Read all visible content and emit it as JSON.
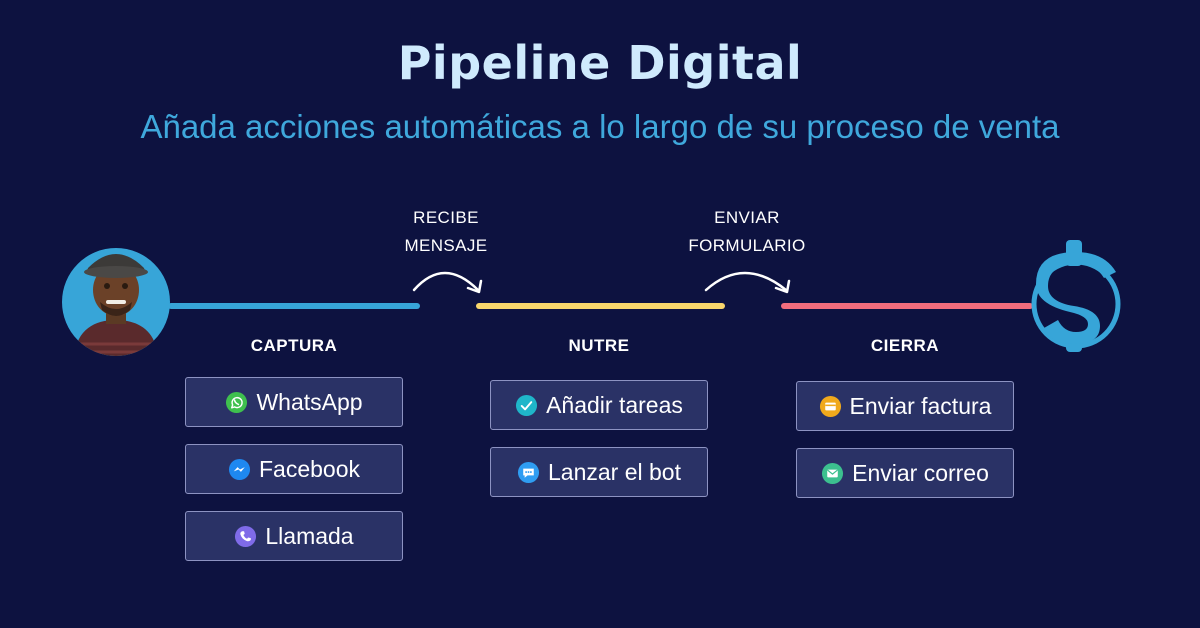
{
  "header": {
    "title": "Pipeline Digital",
    "subtitle": "Añada acciones automáticas a lo largo de su proceso de venta"
  },
  "transitions": [
    {
      "line1": "RECIBE",
      "line2": "MENSAJE"
    },
    {
      "line1": "ENVIAR",
      "line2": "FORMULARIO"
    }
  ],
  "stages": [
    {
      "label": "CAPTURA",
      "color": "#37a5d8",
      "actions": [
        {
          "label": "WhatsApp",
          "icon": "whatsapp-icon"
        },
        {
          "label": "Facebook",
          "icon": "messenger-icon"
        },
        {
          "label": "Llamada",
          "icon": "phone-icon"
        }
      ]
    },
    {
      "label": "NUTRE",
      "color": "#f9d66c",
      "actions": [
        {
          "label": "Añadir tareas",
          "icon": "check-icon"
        },
        {
          "label": "Lanzar el bot",
          "icon": "chat-bot-icon"
        }
      ]
    },
    {
      "label": "CIERRA",
      "color": "#f16d7d",
      "actions": [
        {
          "label": "Enviar factura",
          "icon": "invoice-icon"
        },
        {
          "label": "Enviar correo",
          "icon": "mail-icon"
        }
      ]
    }
  ],
  "colors": {
    "background": "#0d1240",
    "title": "#cfeafd",
    "subtitle": "#3fa8dc",
    "box_fill": "#2a3266",
    "box_border": "#8d93c2"
  }
}
